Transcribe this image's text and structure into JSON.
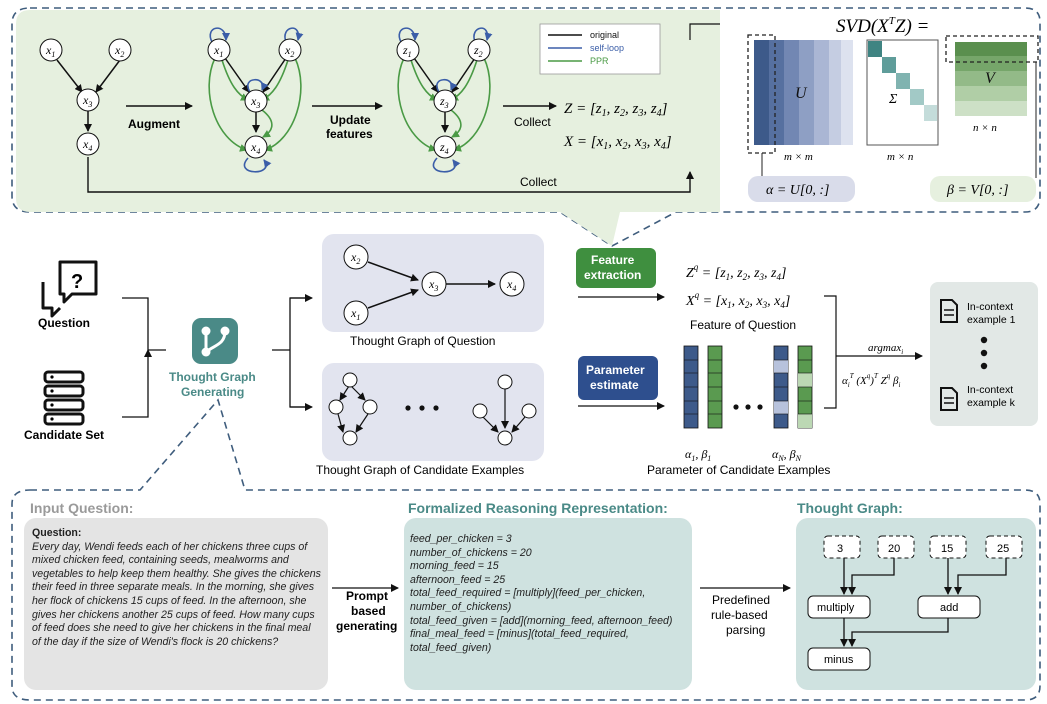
{
  "top_panel": {
    "augment_label": "Augment",
    "update_label_1": "Update",
    "update_label_2": "features",
    "collect_label": "Collect",
    "collect_bottom_label": "Collect",
    "legend": [
      {
        "label": "original",
        "color": "#111111"
      },
      {
        "label": "self-loop",
        "color": "#3b5ea8"
      },
      {
        "label": "PPR",
        "color": "#4a9a45"
      }
    ],
    "graph1_nodes": [
      "x1",
      "x2",
      "x3",
      "x4"
    ],
    "graph3_nodes": [
      "z1",
      "z2",
      "z3",
      "z4"
    ],
    "z_equation": "Z = [z1, z2, z3, z4]",
    "x_equation": "X = [x1, x2, x3, x4]",
    "svd_title": "SVD(X^T Z) =",
    "u_label": "U",
    "sigma_label": "Σ",
    "v_label": "V",
    "u_dim": "m × m",
    "sigma_dim": "m × n",
    "v_dim": "n × n",
    "alpha_eq": "α = U[0, :]",
    "beta_eq": "β = V[0, :]"
  },
  "middle": {
    "question_label": "Question",
    "candidate_label": "Candidate Set",
    "generator_label_1": "Thought Graph",
    "generator_label_2": "Generating",
    "question_graph_caption": "Thought Graph of Question",
    "candidate_graph_caption": "Thought Graph of Candidate Examples",
    "feature_extraction_1": "Feature",
    "feature_extraction_2": "extraction",
    "parameter_estimate_1": "Parameter",
    "parameter_estimate_2": "estimate",
    "zq_equation": "Z^q = [z1, z2, z3, z4]",
    "xq_equation": "X^q = [x1, x2, x3, x4]",
    "feature_caption": "Feature of Question",
    "param_caption": "Parameter of Candidate Examples",
    "alpha1_beta1": "α1, β1",
    "alphaN_betaN": "αN, βN",
    "argmax_label": "argmax_i",
    "score_label": "αi^T (X^q)^T Z^q βi",
    "example1_1": "In-context",
    "example1_2": "example 1",
    "examplek_1": "In-context",
    "examplek_2": "example k"
  },
  "bottom": {
    "input_heading": "Input Question:",
    "question_title": "Question:",
    "question_text": "Every day, Wendi feeds each of her chickens three cups of mixed chicken feed, containing seeds, mealworms and vegetables to help keep them healthy. She gives the chickens their feed in three separate meals. In the morning, she gives her flock of chickens 15 cups of feed. In the afternoon, she gives her chickens another 25 cups of feed. How many cups of feed does she need to give her chickens in the final meal of the day if the size of Wendi's flock is 20 chickens?",
    "prompt_label_1": "Prompt",
    "prompt_label_2": "based",
    "prompt_label_3": "generating",
    "formal_heading": "Formalized Reasoning Representation:",
    "formal_lines": [
      "feed_per_chicken = 3",
      "number_of_chickens = 20",
      "morning_feed = 15",
      "afternoon_feed = 25",
      "total_feed_required = [multiply](feed_per_chicken, number_of_chickens)",
      "total_feed_given = [add](morning_feed, afternoon_feed)",
      "final_meal_feed = [minus](total_feed_required, total_feed_given)"
    ],
    "parse_label_1": "Predefined",
    "parse_label_2": "rule-based",
    "parse_label_3": "parsing",
    "graph_heading": "Thought Graph:",
    "graph_inputs": [
      "3",
      "20",
      "15",
      "25"
    ],
    "graph_ops": [
      "multiply",
      "add",
      "minus"
    ]
  },
  "colors": {
    "green_panel": "#e6f0df",
    "gray_panel": "#e2e4ef",
    "teal_panel": "#cfe2e0",
    "feature_badge": "#3f8f3f",
    "param_badge": "#2e4f8e",
    "heading_green": "#4a8a87",
    "heading_gray": "#9a9a9a"
  }
}
